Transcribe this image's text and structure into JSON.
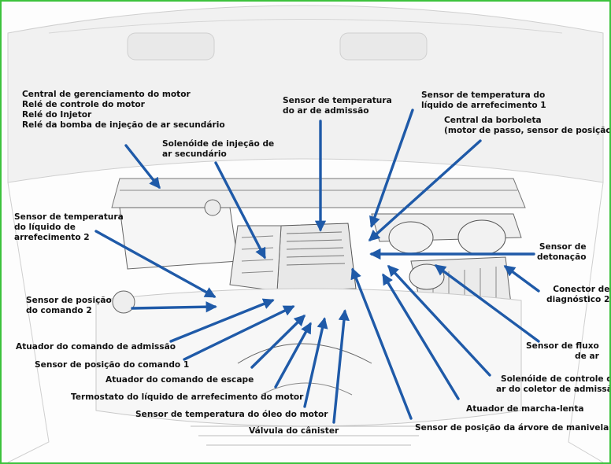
{
  "labels": {
    "ecu_group": "Central de gerenciamento do motor\nRelé de controle do motor\nRelé do Injetor\nRelé da bomba de injeção de ar secundário",
    "intake_air_temp": "Sensor de temperatura\ndo ar de admissão",
    "coolant_temp_1": "Sensor de temperatura do\nlíquido de arrefecimento 1",
    "throttle_body": "Central da borboleta\n(motor de passo, sensor de posição)",
    "secondary_air_solenoid": "Solenóide de injeção de\nar secundário",
    "coolant_temp_2": "Sensor de temperatura\ndo líquido de\narrefecimento 2",
    "knock_sensor": "Sensor de\ndetonação",
    "diag_connector_2": "Conector de\ndiagnóstico 2",
    "cam_position_2": "Sensor de posição\ndo comando 2",
    "intake_cam_actuator": "Atuador do comando de admissão",
    "cam_position_1": "Sensor de posição do comando 1",
    "exhaust_cam_actuator": "Atuador do comando de escape",
    "thermostat": "Termostato do líquido de arrefecimento do motor",
    "oil_temp": "Sensor de temperatura do óleo do motor",
    "canister_valve": "Válvula do cânister",
    "air_flow": "Sensor de fluxo\nde ar",
    "manifold_solenoid": "Solenóide de controle do\nar do coletor de admissão",
    "idle_actuator": "Atuador de marcha-lenta",
    "crank_position": "Sensor de posição da árvore de manivelas"
  },
  "colors": {
    "arrow": "#1f5aa8",
    "border": "#3cc23c",
    "line_art": "#555555"
  }
}
